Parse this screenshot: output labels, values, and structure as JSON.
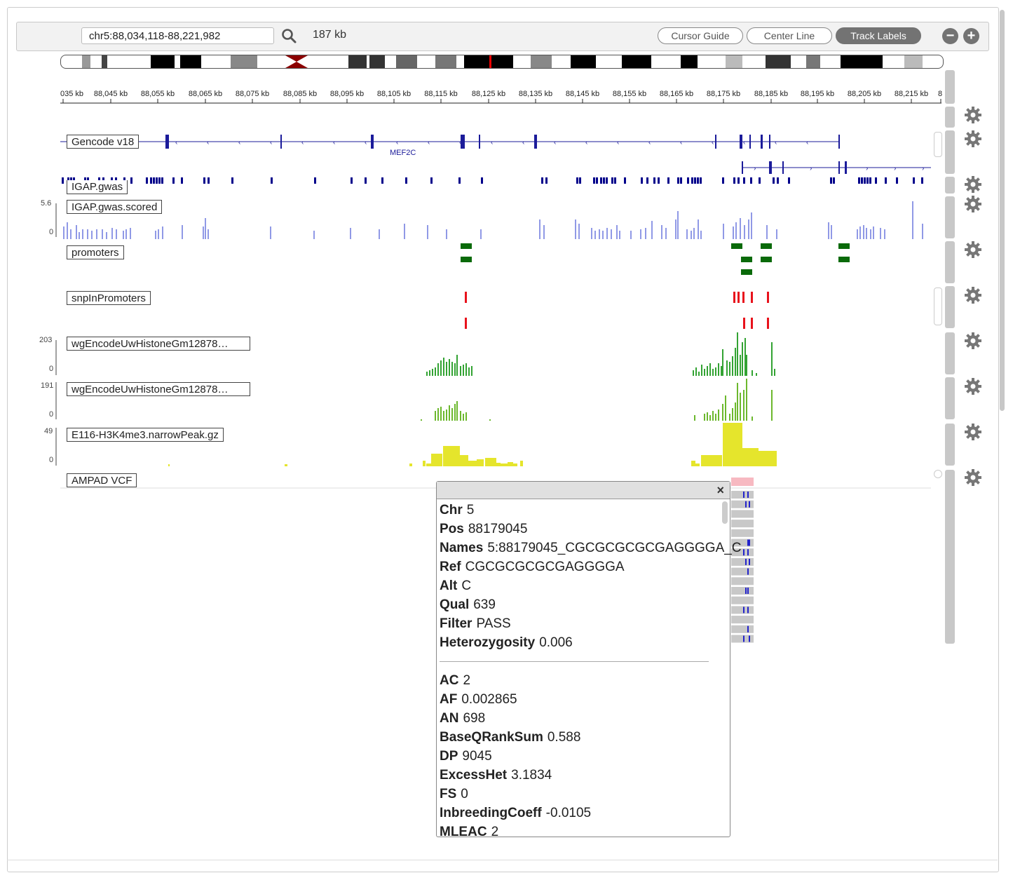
{
  "navbar": {
    "locus": "chr5:88,034,118-88,221,982",
    "span": "187 kb",
    "cursor_guide": "Cursor Guide",
    "center_line": "Center Line",
    "track_labels": "Track Labels",
    "zoom_out": "−",
    "zoom_in": "+"
  },
  "ruler": {
    "ticks": [
      "035 kb",
      "88,045 kb",
      "88,055 kb",
      "88,065 kb",
      "88,075 kb",
      "88,085 kb",
      "88,095 kb",
      "88,105 kb",
      "88,115 kb",
      "88,125 kb",
      "88,135 kb",
      "88,145 kb",
      "88,155 kb",
      "88,165 kb",
      "88,175 kb",
      "88,185 kb",
      "88,195 kb",
      "88,205 kb",
      "88,215 kb",
      "8"
    ]
  },
  "tracks": {
    "gencode": {
      "label": "Gencode v18",
      "gene": "MEF2C"
    },
    "igap_gwas": {
      "label": "IGAP.gwas"
    },
    "igap_scored": {
      "label": "IGAP.gwas.scored",
      "max": "5.6",
      "min": "0"
    },
    "promoters": {
      "label": "promoters"
    },
    "snp_promoters": {
      "label": "snpInPromoters"
    },
    "histone1": {
      "label": "wgEncodeUwHistoneGm12878…",
      "max": "203",
      "min": "0"
    },
    "histone2": {
      "label": "wgEncodeUwHistoneGm12878…",
      "max": "191",
      "min": "0"
    },
    "e116": {
      "label": "E116-H3K4me3.narrowPeak.gz",
      "max": "49",
      "min": "0"
    },
    "ampad": {
      "label": "AMPAD VCF"
    }
  },
  "popup": {
    "fields": [
      {
        "key": "Chr",
        "value": "5"
      },
      {
        "key": "Pos",
        "value": "88179045"
      },
      {
        "key": "Names",
        "value": "5:88179045_CGCGCGCGCGAGGGGA_C"
      },
      {
        "key": "Ref",
        "value": "CGCGCGCGCGAGGGGA"
      },
      {
        "key": "Alt",
        "value": "C"
      },
      {
        "key": "Qual",
        "value": "639"
      },
      {
        "key": "Filter",
        "value": "PASS"
      },
      {
        "key": "Heterozygosity",
        "value": "0.006"
      }
    ],
    "info": [
      {
        "key": "AC",
        "value": "2"
      },
      {
        "key": "AF",
        "value": "0.002865"
      },
      {
        "key": "AN",
        "value": "698"
      },
      {
        "key": "BaseQRankSum",
        "value": "0.588"
      },
      {
        "key": "DP",
        "value": "9045"
      },
      {
        "key": "ExcessHet",
        "value": "3.1834"
      },
      {
        "key": "FS",
        "value": "0"
      },
      {
        "key": "InbreedingCoeff",
        "value": "-0.0105"
      },
      {
        "key": "MLEAC",
        "value": "2"
      }
    ],
    "close": "×"
  },
  "colors": {
    "gene": "#1b1b9a",
    "gwas": "#00008b",
    "scored": "#2233cc",
    "promoter": "#0a6a0a",
    "snp": "#e8121c",
    "histone": "#33a333",
    "histone2": "#6cb82d",
    "e116": "#e5e52c",
    "vcf_site": "#f7b9c1"
  }
}
